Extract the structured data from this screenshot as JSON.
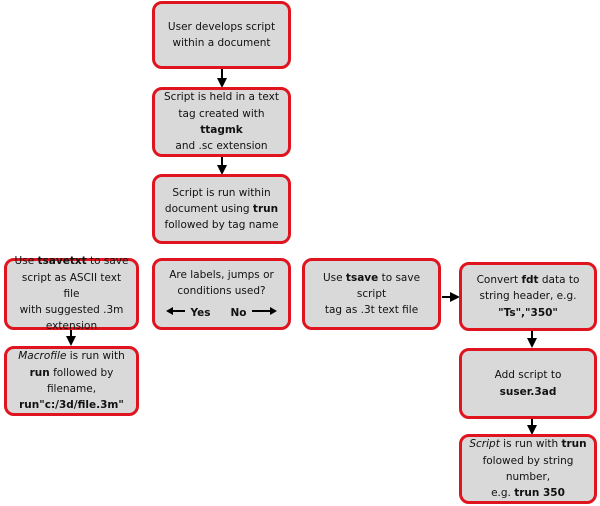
{
  "nodes": {
    "develop": {
      "line1": "User develops script",
      "line2": "within a document"
    },
    "held": {
      "line1": "Script is held in a text",
      "line2_pre": "tag created with ",
      "line2_bold": "ttagmk",
      "line3": "and .sc extension"
    },
    "run": {
      "line1": "Script is run within",
      "line2_pre": "document using ",
      "line2_bold": "trun",
      "line3": "followed by tag name"
    },
    "tsavetxt": {
      "pre": "Use ",
      "bold": "tsavetxt",
      "post": " to save",
      "line2": "script as ASCII text file",
      "line3": "with suggested .3m",
      "line4": "extension"
    },
    "macrofile": {
      "italic": "Macrofile",
      "post": " is run with",
      "bold": "run",
      "line2_post": " followed by filename,",
      "line3_bold": "run\"c:/3d/file.3m\""
    },
    "decision": {
      "line1": "Are labels, jumps or",
      "line2": "conditions used?",
      "yes": "Yes",
      "no": "No"
    },
    "tsave": {
      "pre": "Use ",
      "bold": "tsave",
      "post": " to save script",
      "line2": "tag as .3t text file"
    },
    "convert": {
      "pre": "Convert ",
      "bold": "fdt",
      "post": " data to",
      "line2": "string header, e.g.",
      "line3_bold": "\"Ts\",\"350\""
    },
    "suser": {
      "pre": "Add script to ",
      "bold": "suser.3ad"
    },
    "trun350": {
      "italic": "Script",
      "post": " is run with ",
      "bold": "trun",
      "line2": "folowed by string number,",
      "line3_pre": "e.g. ",
      "line3_bold": "trun 350"
    }
  },
  "colors": {
    "border": "#e0141e",
    "fill": "#d9d9d9",
    "arrow": "#000000"
  }
}
